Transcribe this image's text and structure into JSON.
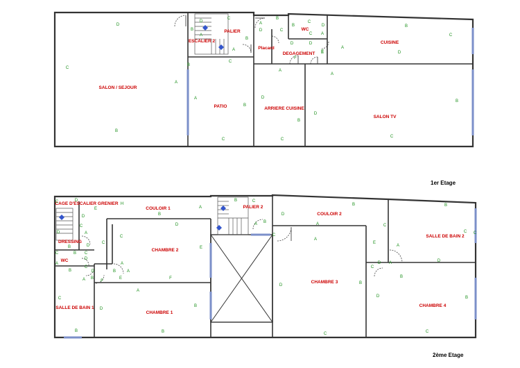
{
  "colors": {
    "room_label": "#cc0000",
    "wall_letter": "#1a8f1a",
    "floor_title": "#000000",
    "window": "#7b8fc9",
    "stair_arrow": "#3355cc"
  },
  "floors": [
    {
      "id": "floor1",
      "title": "1er Etage",
      "rooms": [
        "SALON / SEJOUR",
        "PALIER",
        "ESCALIER 2",
        "WC",
        "Placard",
        "DEGAGEMENT",
        "CUISINE",
        "PATIO",
        "ARRIERE CUISINE",
        "SALON TV"
      ],
      "wall_letters": [
        "D",
        "C",
        "A",
        "B",
        "A",
        "B",
        "C",
        "D",
        "A",
        "B",
        "C",
        "B",
        "A",
        "B",
        "C",
        "D",
        "D",
        "E",
        "A",
        "B",
        "A",
        "D",
        "C",
        "C",
        "B",
        "B",
        "C",
        "D",
        "A",
        "D",
        "C",
        "B",
        "E",
        "F",
        "A",
        "A",
        "C",
        "D",
        "B"
      ]
    },
    {
      "id": "floor2",
      "title": "2ème Etage",
      "rooms": [
        "CAGE D'ESCALIER GRENIER",
        "DRESSING",
        "WC",
        "SALLE DE BAIN 1",
        "COULOIR 1",
        "CHAMBRE 2",
        "CHAMBRE 1",
        "PALIER 2",
        "COULOIR 2",
        "CHAMBRE 3",
        "SALLE DE BAIN 2",
        "CHAMBRE 4"
      ],
      "wall_letters": [
        "C",
        "D",
        "H",
        "E",
        "D",
        "C",
        "D",
        "A",
        "B",
        "D",
        "C",
        "C",
        "B",
        "C",
        "A",
        "D",
        "B",
        "C",
        "D",
        "A",
        "B",
        "B",
        "A",
        "F",
        "E",
        "A",
        "B",
        "C",
        "E",
        "C",
        "D",
        "D",
        "A",
        "B",
        "B",
        "F",
        "A",
        "B",
        "C",
        "A",
        "B",
        "D",
        "C",
        "E",
        "D",
        "A",
        "B",
        "A",
        "C",
        "D",
        "A",
        "D",
        "B",
        "C",
        "C",
        "B",
        "D",
        "A",
        "C",
        "C",
        "B",
        "B",
        "C",
        "B"
      ]
    }
  ]
}
